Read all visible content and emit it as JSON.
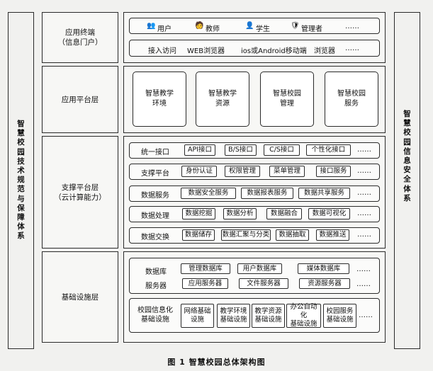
{
  "left_column": [
    "智",
    "慧",
    "校",
    "园",
    "技",
    "术",
    "规",
    "范",
    "与",
    "保",
    "障",
    "体",
    "系"
  ],
  "right_column": [
    "智",
    "慧",
    "校",
    "园",
    "信",
    "息",
    "安",
    "全",
    "体",
    "系"
  ],
  "layers": {
    "terminal": "应用终端\n（信息门户）",
    "platform": "应用平台层",
    "support": "支撑平台层\n（云计算能力）",
    "infra": "基础设施层"
  },
  "terminal": {
    "users": [
      {
        "icon": "group-icon",
        "label": "用户"
      },
      {
        "icon": "teacher-icon",
        "label": "教师"
      },
      {
        "icon": "student-icon",
        "label": "学生"
      },
      {
        "icon": "admin-icon",
        "label": "管理者"
      }
    ],
    "users_more": "……",
    "access": [
      "接入访问",
      "WEB浏览器",
      "ios或Android移动端",
      "浏览器",
      "……"
    ]
  },
  "platform": [
    "智慧教学\n环境",
    "智慧教学\n资源",
    "智慧校园\n管理",
    "智慧校园\n服务"
  ],
  "support_rows": [
    {
      "label": "统一接口",
      "items": [
        "API接口",
        "B/S接口",
        "C/S接口",
        "个性化接口"
      ],
      "more": "……"
    },
    {
      "label": "支撑平台",
      "items": [
        "身份认证",
        "权限管理",
        "菜单管理",
        "接口服务"
      ],
      "more": "……"
    },
    {
      "label": "数据服务",
      "items": [
        "数据安全服务",
        "数据报表服务",
        "数据共享服务"
      ],
      "more": "……"
    },
    {
      "label": "数据处理",
      "items": [
        "数据挖掘",
        "数据分析",
        "数据融合",
        "数据可视化"
      ],
      "more": "……"
    },
    {
      "label": "数据交换",
      "items": [
        "数据储存",
        "数据汇聚与分类",
        "数据抽取",
        "数据推送"
      ],
      "more": "……"
    }
  ],
  "infra": {
    "db_label": "数据库",
    "db_items": [
      "管理数据库",
      "用户数据库",
      "媒体数据库"
    ],
    "db_more": "……",
    "server_label": "服务器",
    "server_items": [
      "应用服务器",
      "文件服务器",
      "资源服务器"
    ],
    "server_more": "……",
    "campus_label": "校园信息化\n基础设施",
    "campus_items": [
      "网络基础\n设施",
      "教学环境\n基础设施",
      "教学资源\n基础设施",
      "办公自动化\n基础设施",
      "校园服务\n基础设施"
    ],
    "campus_more": "……"
  },
  "caption": "图 1   智慧校园总体架构图"
}
